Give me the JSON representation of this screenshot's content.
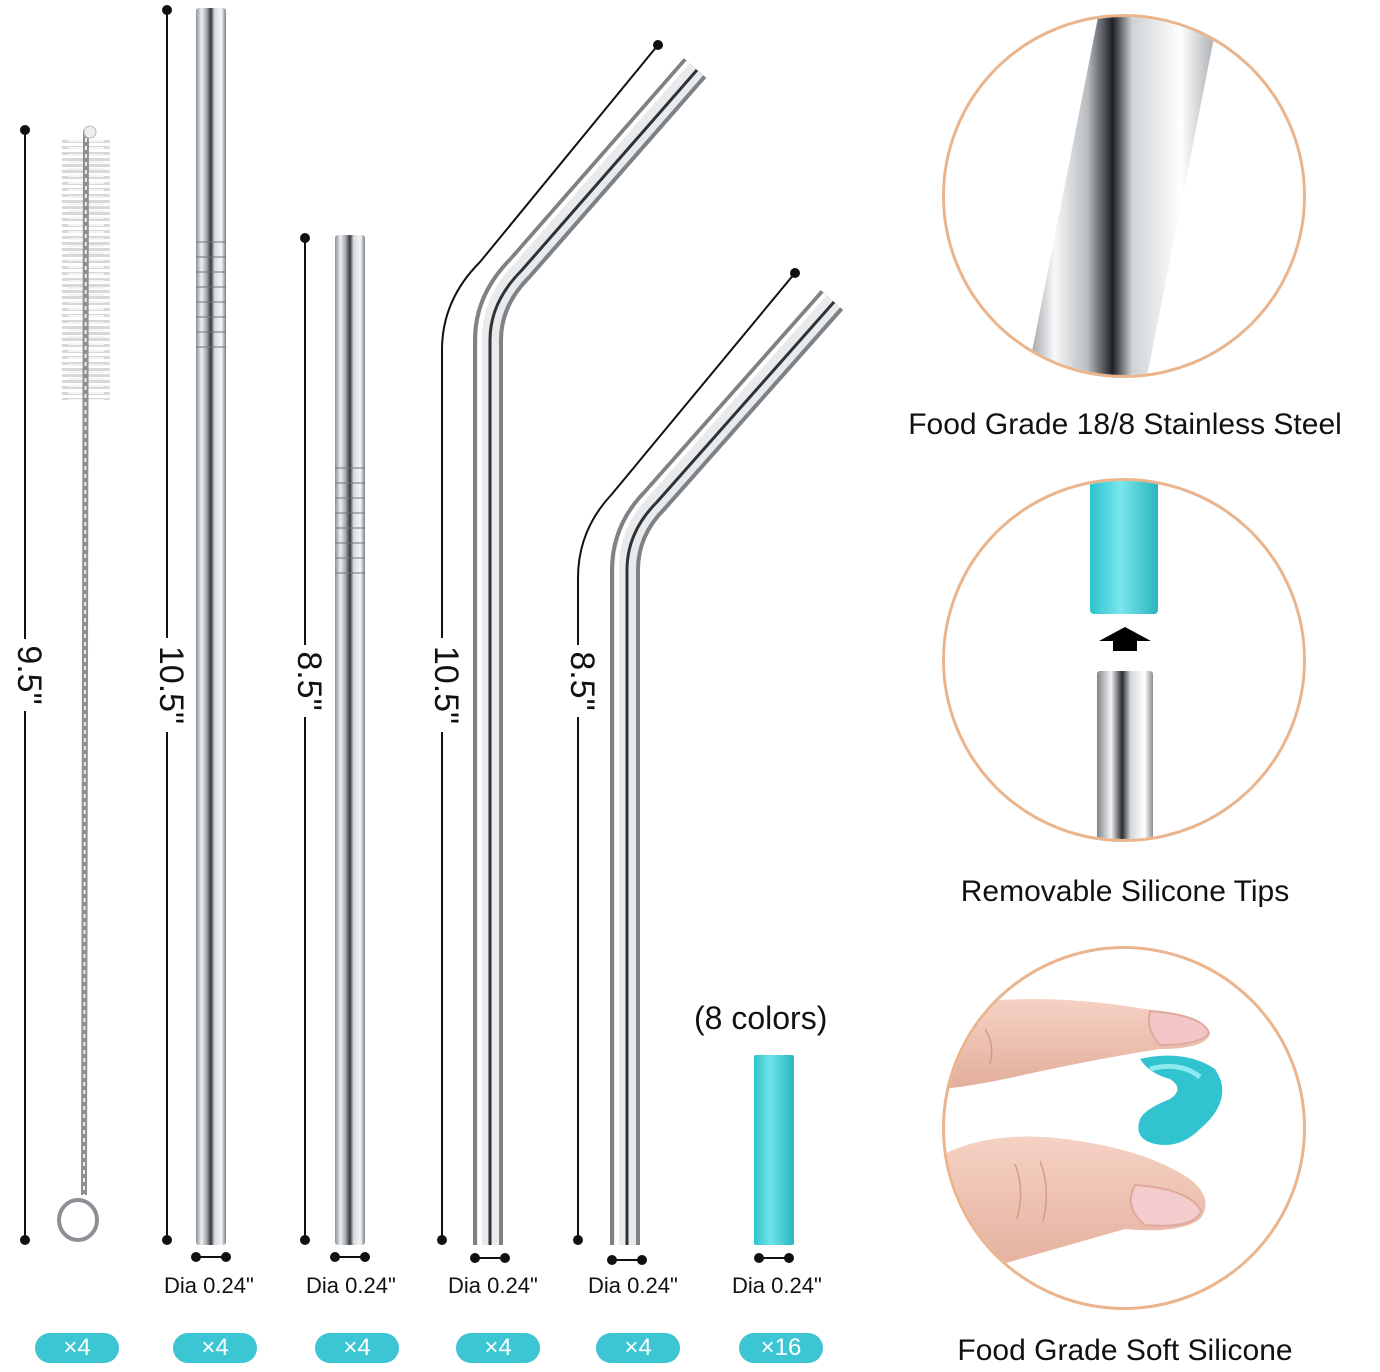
{
  "items": [
    {
      "length": "9.5\"",
      "qty": "×4"
    },
    {
      "length": "10.5\"",
      "dia": "Dia 0.24\"",
      "qty": "×4"
    },
    {
      "length": "8.5\"",
      "dia": "Dia 0.24\"",
      "qty": "×4"
    },
    {
      "length": "10.5\"",
      "dia": "Dia 0.24\"",
      "qty": "×4"
    },
    {
      "length": "8.5\"",
      "dia": "Dia 0.24\"",
      "qty": "×4"
    },
    {
      "dia": "Dia 0.24\"",
      "qty": "×16"
    }
  ],
  "tips_note": "(8 colors)",
  "features": [
    {
      "caption": "Food Grade 18/8 Stainless Steel",
      "icon": "steel-closeup-icon"
    },
    {
      "caption": "Removable Silicone Tips",
      "icon": "silicone-tip-icon"
    },
    {
      "caption": "Food Grade Soft Silicone",
      "icon": "fingers-squeezing-tip-icon"
    }
  ],
  "colors": {
    "accent": "#3cc6d3",
    "circle_border": "#eab58c",
    "steel": "#c9cdd1",
    "silicone": "#3fd3dc"
  }
}
